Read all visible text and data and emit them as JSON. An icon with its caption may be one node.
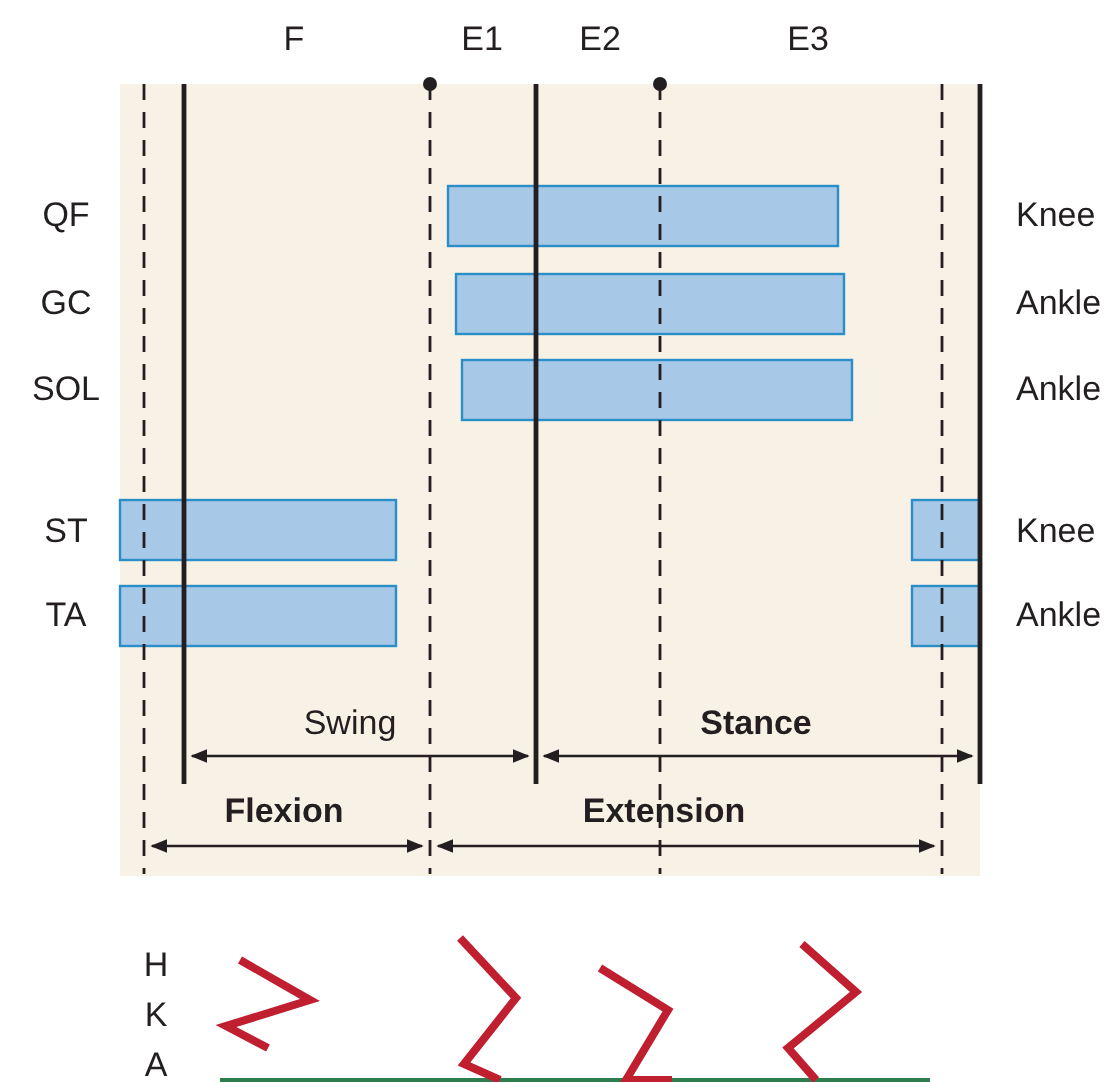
{
  "diagram": {
    "labels": [
      "F",
      "E1",
      "E2",
      "E3",
      "QF",
      "Knee",
      "GC",
      "Ankle",
      "SOL",
      "Ankle",
      "ST",
      "Knee",
      "TA",
      "Ankle",
      "Swing",
      "Stance",
      "Flexion",
      "Extension",
      "H",
      "K",
      "A"
    ]
  }
}
